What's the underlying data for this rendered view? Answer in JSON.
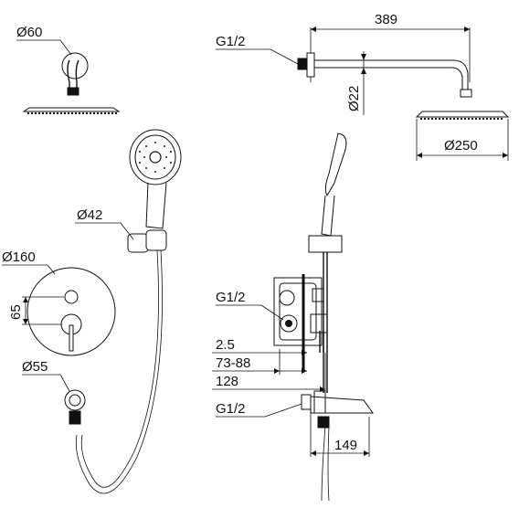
{
  "diagram": {
    "labels": {
      "top_arm_diameter": "Ø60",
      "arm_length": "389",
      "arm_thread": "G1/2",
      "arm_pipe_diameter": "Ø22",
      "rain_head_diameter": "Ø250",
      "hand_shower_diameter": "Ø42",
      "plate_diameter": "Ø160",
      "handle_spacing": "65",
      "valve_thread": "G1/2",
      "wall_depth_min": "2.5",
      "wall_depth_range": "73-88",
      "wall_depth_max": "128",
      "spout_thread": "G1/2",
      "spout_projection": "149",
      "outlet_diameter": "Ø55"
    }
  }
}
